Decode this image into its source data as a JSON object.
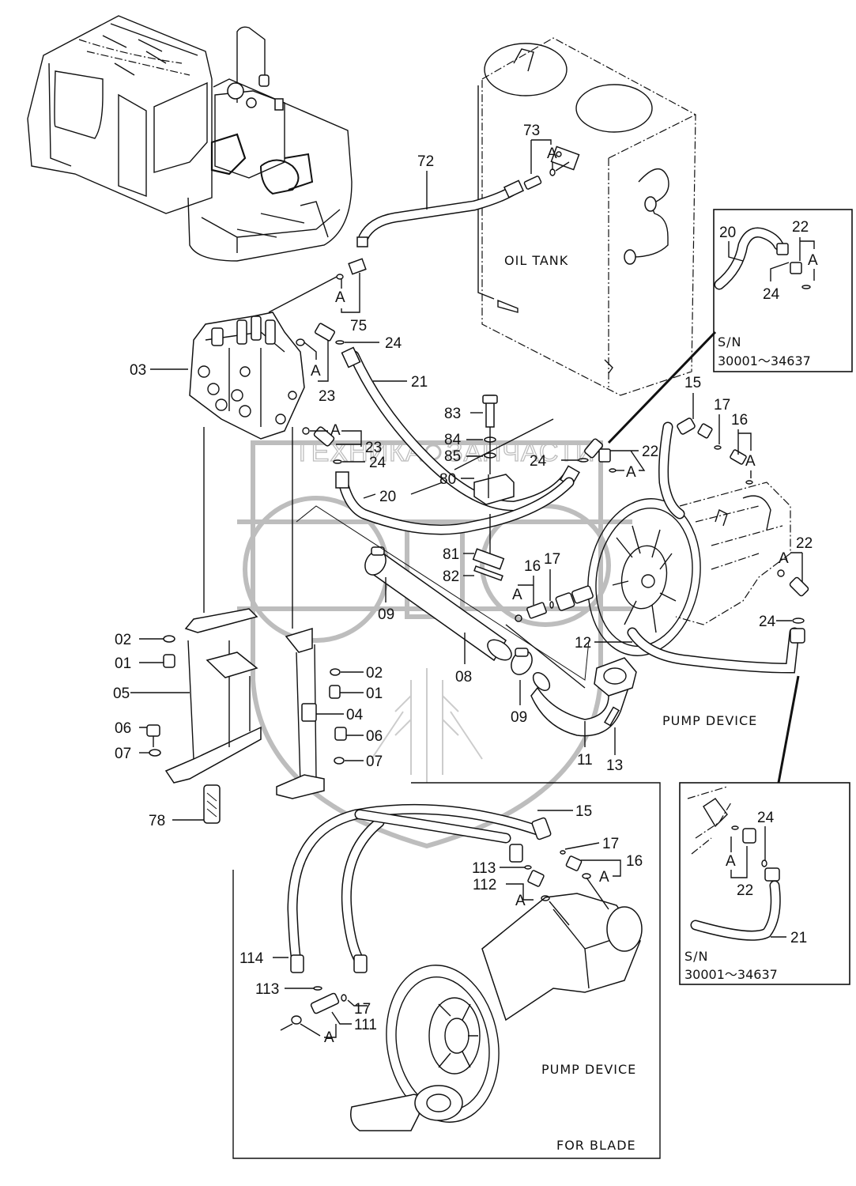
{
  "diagram": {
    "type": "exploded parts diagram",
    "subject": "excavator hydraulic pump and valve piping",
    "captions": {
      "oil_tank": "OIL TANK",
      "pump_device_main": "PUMP DEVICE",
      "pump_device_blade": "PUMP DEVICE",
      "for_blade": "FOR BLADE"
    },
    "inset_top": {
      "sn_label": "S/N",
      "sn_range": "30001～34637",
      "callouts": [
        "20",
        "22",
        "24",
        "A"
      ]
    },
    "inset_bottom": {
      "sn_label": "S/N",
      "sn_range": "30001～34637",
      "callouts": [
        "24",
        "22",
        "21",
        "A"
      ]
    },
    "callouts": {
      "c73": "73",
      "c72": "72",
      "c75": "75",
      "c03": "03",
      "c24a": "24",
      "c21": "21",
      "c23a": "23",
      "c23b": "23",
      "c24b": "24",
      "c20": "20",
      "c80": "80",
      "c83": "83",
      "c84": "84",
      "c85": "85",
      "c24c": "24",
      "c22a": "22",
      "c15": "15",
      "c17a": "17",
      "c16a": "16",
      "c22b": "22",
      "c24d": "24",
      "c81": "81",
      "c82": "82",
      "c16b": "16",
      "c17b": "17",
      "c09a": "09",
      "c12": "12",
      "c08": "08",
      "c09b": "09",
      "c11": "11",
      "c13": "13",
      "c02a": "02",
      "c01a": "01",
      "c05": "05",
      "c06a": "06",
      "c07a": "07",
      "c02b": "02",
      "c01b": "01",
      "c04": "04",
      "c06b": "06",
      "c07b": "07",
      "c78": "78",
      "c15b": "15",
      "c17c": "17",
      "c16c": "16",
      "c113a": "113",
      "c112": "112",
      "c114": "114",
      "c113b": "113",
      "c17d": "17",
      "c111": "111",
      "A": "A"
    },
    "watermark": {
      "left": "ТЕХНИКА",
      "right": "ЗАПЧАСТИ",
      "logo": "ЭПФ"
    }
  }
}
